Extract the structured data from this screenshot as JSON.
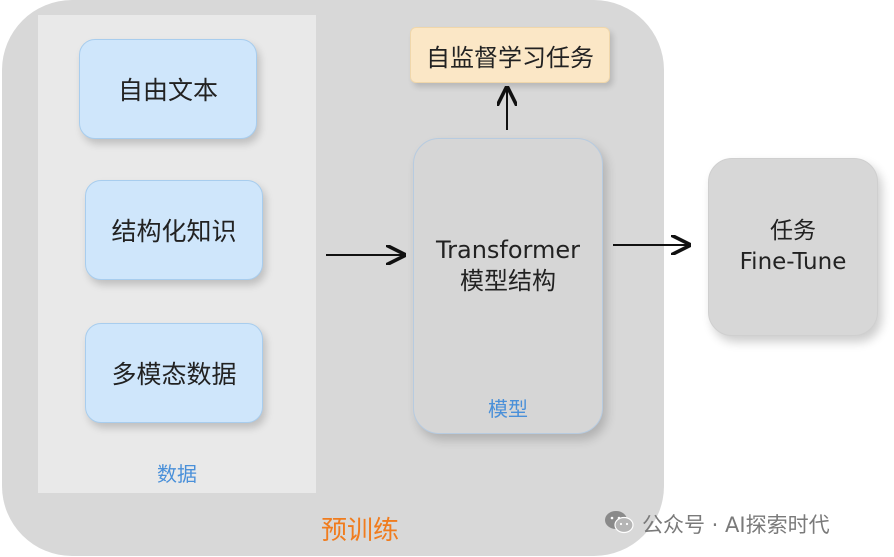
{
  "pretrain_label": "预训练",
  "data_panel": {
    "items": [
      "自由文本",
      "结构化知识",
      "多模态数据"
    ],
    "label": "数据"
  },
  "model": {
    "title_line1": "Transformer",
    "title_line2": "模型结构",
    "label": "模型"
  },
  "ssl_task": "自监督学习任务",
  "task": {
    "line1": "任务",
    "line2": "Fine-Tune"
  },
  "watermark": {
    "text": "公众号 · AI探索时代",
    "icon": "wechat-icon"
  },
  "colors": {
    "data_box": "#cfe6fb",
    "ssl_box": "#fbe7c6",
    "accent_blue": "#4a90d9",
    "accent_orange": "#f07c1e"
  }
}
